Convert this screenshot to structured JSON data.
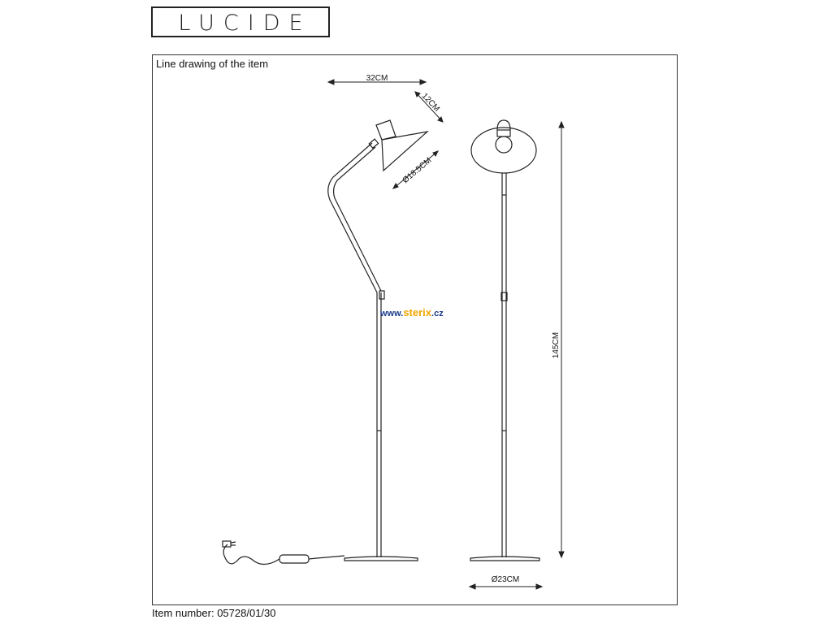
{
  "brand": {
    "logo_text": "LUCIDE"
  },
  "drawing": {
    "title": "Line drawing of the item",
    "dimensions": {
      "width": "32CM",
      "shade_height": "12CM",
      "shade_diameter": "Ø18.5CM",
      "total_height": "145CM",
      "base_diameter": "Ø23CM"
    }
  },
  "watermark": {
    "prefix": "www.",
    "brand": "sterix",
    "suffix": ".cz",
    "brand_color": "#f0a500",
    "text_color": "#1a3a8a"
  },
  "footer": {
    "item_number": "Item number:  05728/01/30"
  }
}
